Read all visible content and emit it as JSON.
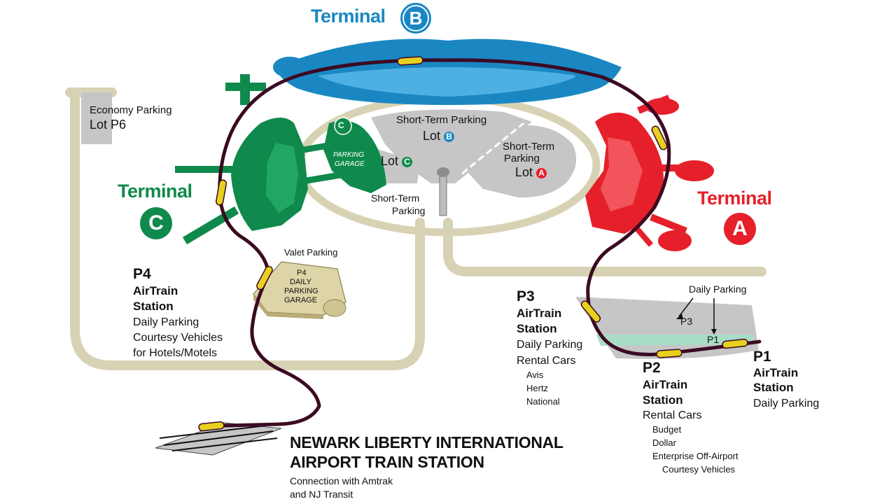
{
  "terminals": {
    "b": {
      "label": "Terminal",
      "letter": "B",
      "color": "#1a87c3"
    },
    "c": {
      "label": "Terminal",
      "letter": "C",
      "color": "#0f8a4c"
    },
    "a": {
      "label": "Terminal",
      "letter": "A",
      "color": "#e6202a"
    }
  },
  "economy": {
    "line1": "Economy Parking",
    "line2": "Lot P6"
  },
  "short_term_b": {
    "line1": "Short-Term Parking",
    "line2": "Lot",
    "letter": "B"
  },
  "short_term_a": {
    "line1": "Short-Term",
    "line2": "Parking",
    "line3": "Lot",
    "letter": "A"
  },
  "lot_c": {
    "text": "Lot",
    "letter": "C"
  },
  "parking_garage_c": {
    "letter": "C",
    "line1": "PARKING",
    "line2": "GARAGE"
  },
  "short_term_c": {
    "line1": "Short-Term",
    "line2": "Parking"
  },
  "valet": "Valet Parking",
  "p4_garage": {
    "line1": "P4",
    "line2": "DAILY",
    "line3": "PARKING",
    "line4": "GARAGE"
  },
  "p4": {
    "code": "P4",
    "line1": "AirTrain",
    "line2": "Station",
    "services": [
      "Daily Parking",
      "Courtesy Vehicles",
      "for Hotels/Motels"
    ]
  },
  "p3": {
    "code": "P3",
    "line1": "AirTrain",
    "line2": "Station",
    "services": [
      "Daily Parking",
      "Rental Cars"
    ],
    "rentals": [
      "Avis",
      "Hertz",
      "National"
    ]
  },
  "p2": {
    "code": "P2",
    "line1": "AirTrain",
    "line2": "Station",
    "services": [
      "Rental Cars"
    ],
    "rentals": [
      "Budget",
      "Dollar",
      "Enterprise Off-Airport"
    ],
    "extra": "Courtesy Vehicles"
  },
  "p1": {
    "code": "P1",
    "line1": "AirTrain",
    "line2": "Station",
    "services": [
      "Daily Parking"
    ]
  },
  "daily_lots": {
    "label": "Daily Parking",
    "p3": "P3",
    "p1": "P1"
  },
  "train_station": {
    "line1": "NEWARK LIBERTY INTERNATIONAL",
    "line2": "AIRPORT TRAIN STATION",
    "sub1": "Connection with Amtrak",
    "sub2": "and NJ Transit"
  },
  "colors": {
    "road": "#d8d2b4",
    "track": "#3b0a22",
    "lot": "#c6c6c6",
    "train": "#e8d01e",
    "garage": "#ddd4a8"
  }
}
